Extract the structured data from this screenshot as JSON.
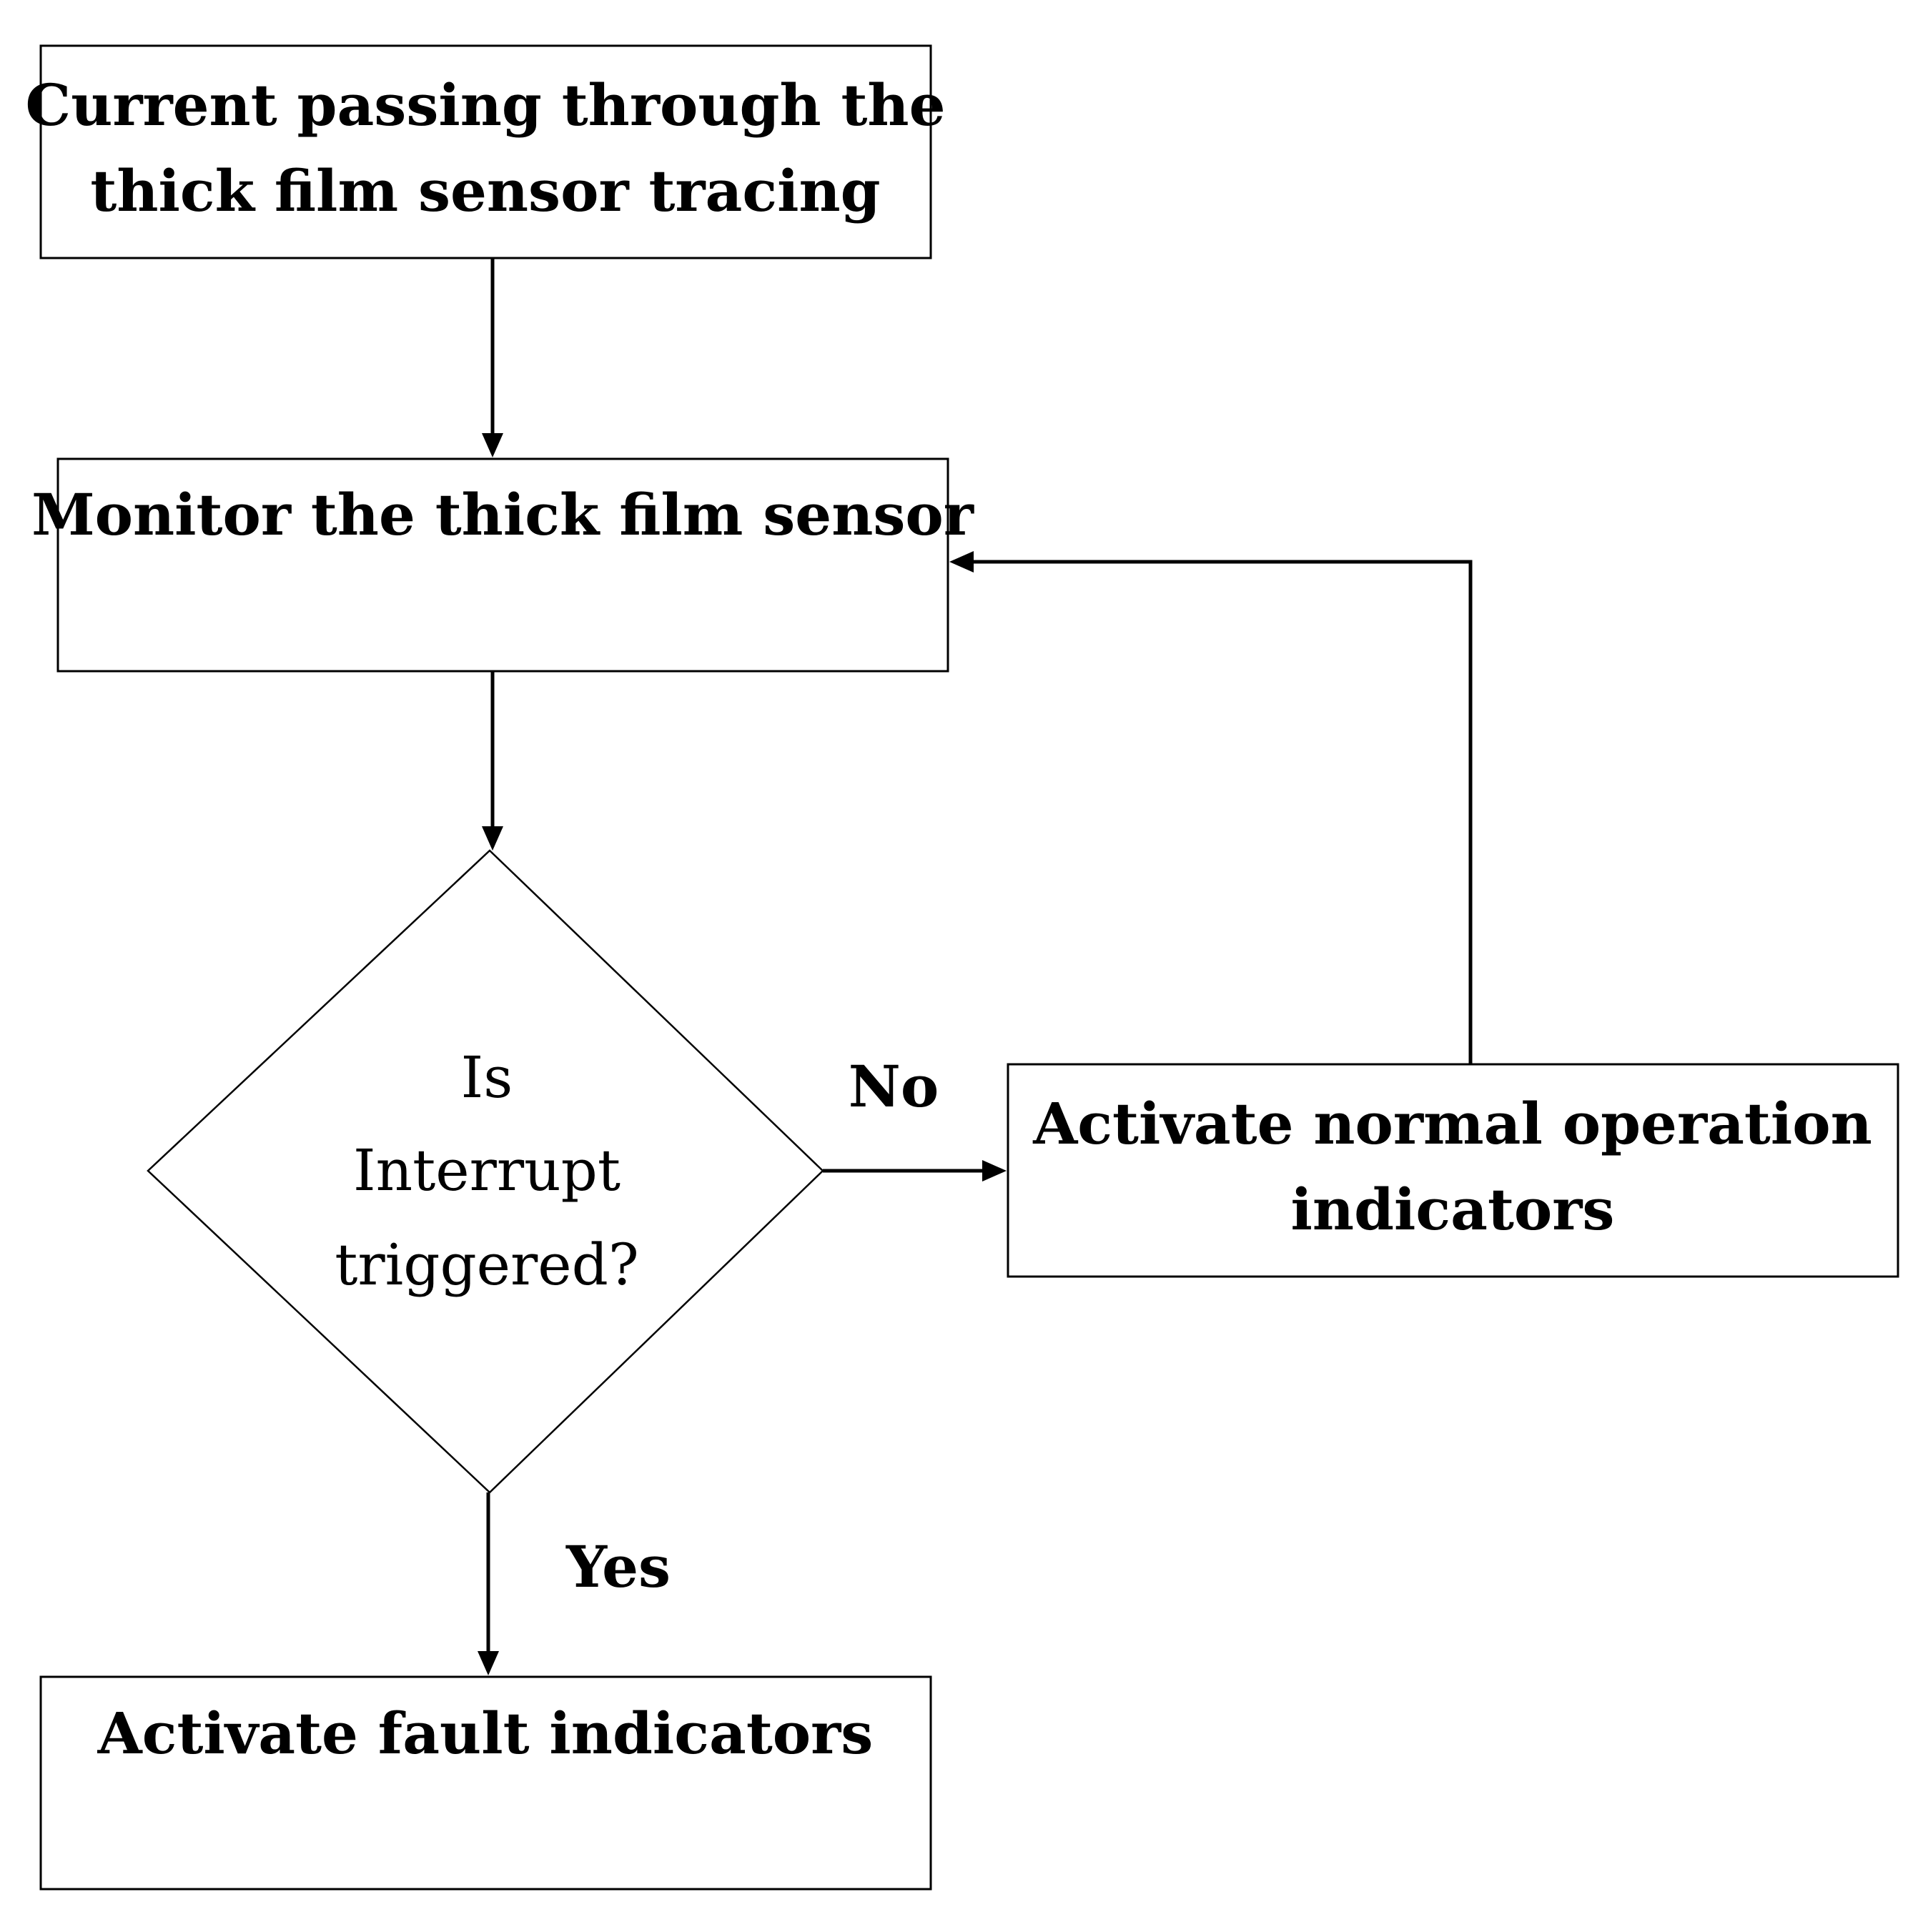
{
  "nodes": {
    "start": {
      "line1": "Current passing through the",
      "line2": "thick film sensor tracing"
    },
    "monitor": {
      "line1": "Monitor the thick film sensor"
    },
    "decision": {
      "line1": "Is",
      "line2": "Interrupt",
      "line3": "triggered?"
    },
    "normal": {
      "line1": "Activate normal operation",
      "line2": "indicators"
    },
    "fault": {
      "line1": "Activate fault indicators"
    }
  },
  "edges": {
    "no_label": "No",
    "yes_label": "Yes"
  }
}
